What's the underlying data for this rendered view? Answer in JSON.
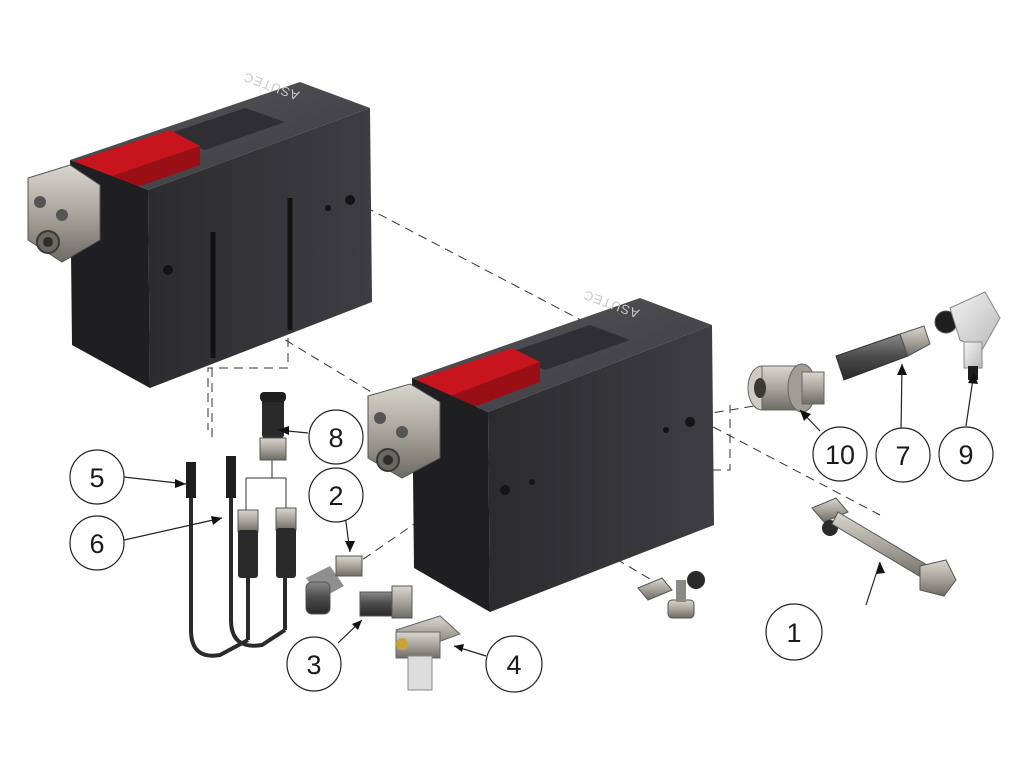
{
  "diagram": {
    "kind": "exploded-assembly",
    "brand": "ASUTEC",
    "callouts": [
      "1",
      "2",
      "3",
      "4",
      "5",
      "6",
      "7",
      "8",
      "9",
      "10"
    ]
  },
  "colors": {
    "body": "#3a3a3d",
    "body_dark": "#2a2a2d",
    "body_top": "#4a4a4e",
    "jaw_red": "#c8141c",
    "metal": "#b8b3aa",
    "warning": "#f2c40f",
    "line": "#222222"
  }
}
